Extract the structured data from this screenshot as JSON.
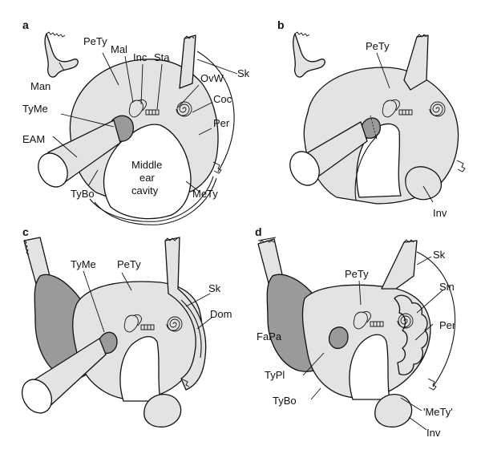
{
  "panels": [
    {
      "letter": "a",
      "labels": [
        "Man",
        "PeTy",
        "Mal",
        "Inc",
        "Sta",
        "Sk",
        "OvW",
        "Coc",
        "TyMe",
        "Per",
        "EAM",
        "Middle",
        "ear",
        "cavity",
        "TyBo",
        "MeTy"
      ]
    },
    {
      "letter": "b",
      "labels": [
        "PeTy",
        "Inv"
      ]
    },
    {
      "letter": "c",
      "labels": [
        "TyMe",
        "PeTy",
        "Sk",
        "Dom"
      ]
    },
    {
      "letter": "d",
      "labels": [
        "Sk",
        "PeTy",
        "Sin",
        "FaPa",
        "Per",
        "TyPl",
        "TyBo",
        "'MeTy'",
        "Inv"
      ]
    }
  ],
  "colors": {
    "bone_light": "#e3e3e3",
    "membrane_dark": "#9a9a9a",
    "outline": "#111111"
  }
}
